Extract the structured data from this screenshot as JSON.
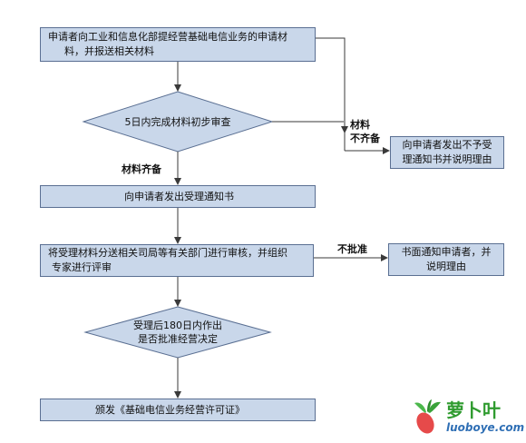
{
  "flow": {
    "step1": "申请者向工业和信息化部提经营基础电信业务的申请材料，并报送相关材料",
    "step1_line1": "申请者向工业和信息化部提经营基础电信业务的申请材",
    "step1_line2": "料，并报送相关材料",
    "decision1": "5日内完成材料初步审查",
    "label_incomplete_1": "材料",
    "label_incomplete_2": "不齐备",
    "reject_notice_line1": "向申请者发出不予受",
    "reject_notice_line2": "理通知书并说明理由",
    "label_complete": "材料齐备",
    "step2": "向申请者发出受理通知书",
    "step3_line1": "将受理材料分送相关司局等有关部门进行审核，并组织",
    "step3_line2": "专家进行评审",
    "label_not_approved": "不批准",
    "written_notice_line1": "书面通知申请者，并",
    "written_notice_line2": "说明理由",
    "decision2_line1": "受理后180日内作出",
    "decision2_line2": "是否批准经营决定",
    "step4": "颁发《基础电信业务经营许可证》"
  },
  "watermark": {
    "brand": "萝卜叶",
    "url": "luoboye.com"
  },
  "colors": {
    "box_fill": "#c9d7ea",
    "box_border": "#5a6f92",
    "line": "#3a3a3a"
  }
}
